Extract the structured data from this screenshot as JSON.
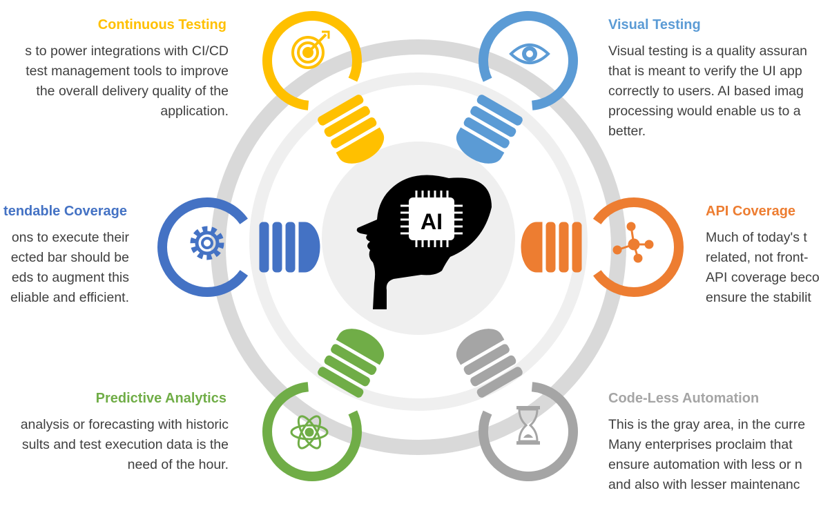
{
  "center": {
    "label": "AI"
  },
  "colors": {
    "yellow": "#ffc000",
    "lightblue": "#5b9bd5",
    "blue": "#4472c4",
    "orange": "#ed7d31",
    "green": "#70ad47",
    "gray": "#a5a5a5",
    "ring_outer": "#d9d9d9",
    "ring_inner": "#eeeeee"
  },
  "sections": {
    "continuous": {
      "title": "Continuous Testing",
      "icon": "target-icon",
      "lines": [
        "s to power integrations with CI/CD",
        "test management tools to improve",
        "the overall delivery quality of the",
        "application."
      ]
    },
    "visual": {
      "title": "Visual Testing",
      "icon": "eye-icon",
      "lines": [
        "Visual testing is a quality assuran",
        "that is meant to verify the UI app",
        "correctly to users. AI based imag",
        "processing would enable us to a",
        "better."
      ]
    },
    "extendable": {
      "title": "tendable Coverage",
      "icon": "gear-icon",
      "lines": [
        "ons to execute their",
        "ected bar should be",
        "eds to augment this",
        "eliable and efficient."
      ]
    },
    "api": {
      "title": "API Coverage",
      "icon": "network-icon",
      "lines": [
        "Much of today's t",
        "related, not front-",
        "API coverage beco",
        "ensure the stabilit"
      ]
    },
    "predictive": {
      "title": "Predictive Analytics",
      "icon": "atom-icon",
      "lines": [
        "analysis or forecasting with historic",
        "sults and test execution data is the",
        "need of the hour."
      ]
    },
    "codeless": {
      "title": "Code-Less Automation",
      "icon": "hourglass-icon",
      "lines": [
        "This is the gray area, in the curre",
        "Many enterprises proclaim that",
        "ensure automation with less or n",
        "and also with lesser maintenanc"
      ]
    }
  }
}
